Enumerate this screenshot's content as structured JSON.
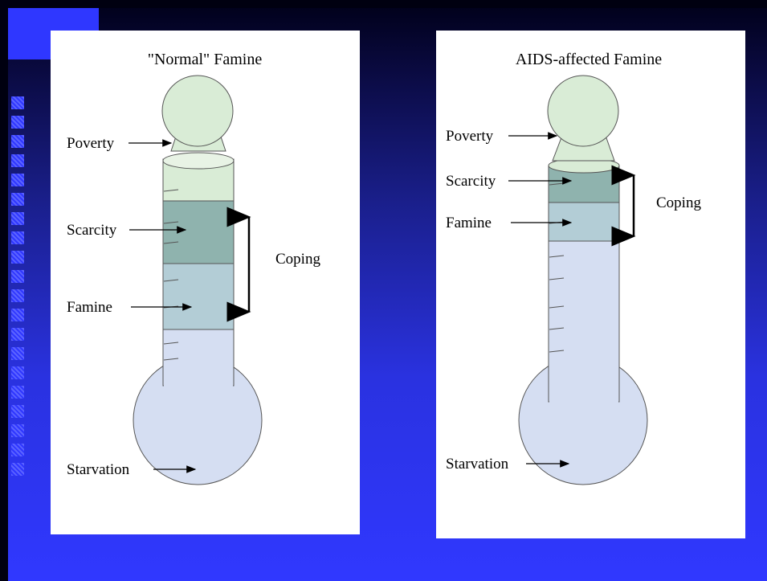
{
  "panels": [
    {
      "title": "\"Normal\" Famine",
      "labels": {
        "poverty": "Poverty",
        "scarcity": "Scarcity",
        "famine": "Famine",
        "starvation": "Starvation",
        "coping": "Coping"
      }
    },
    {
      "title": "AIDS-affected Famine",
      "labels": {
        "poverty": "Poverty",
        "scarcity": "Scarcity",
        "famine": "Famine",
        "starvation": "Starvation",
        "coping": "Coping"
      }
    }
  ],
  "colors": {
    "poverty_band": "#d9ecd6",
    "scarcity_band": "#8fb3ae",
    "famine_band": "#b3cdd6",
    "starvation_band": "#d5def2",
    "slide_blue": "#2f37ff"
  }
}
